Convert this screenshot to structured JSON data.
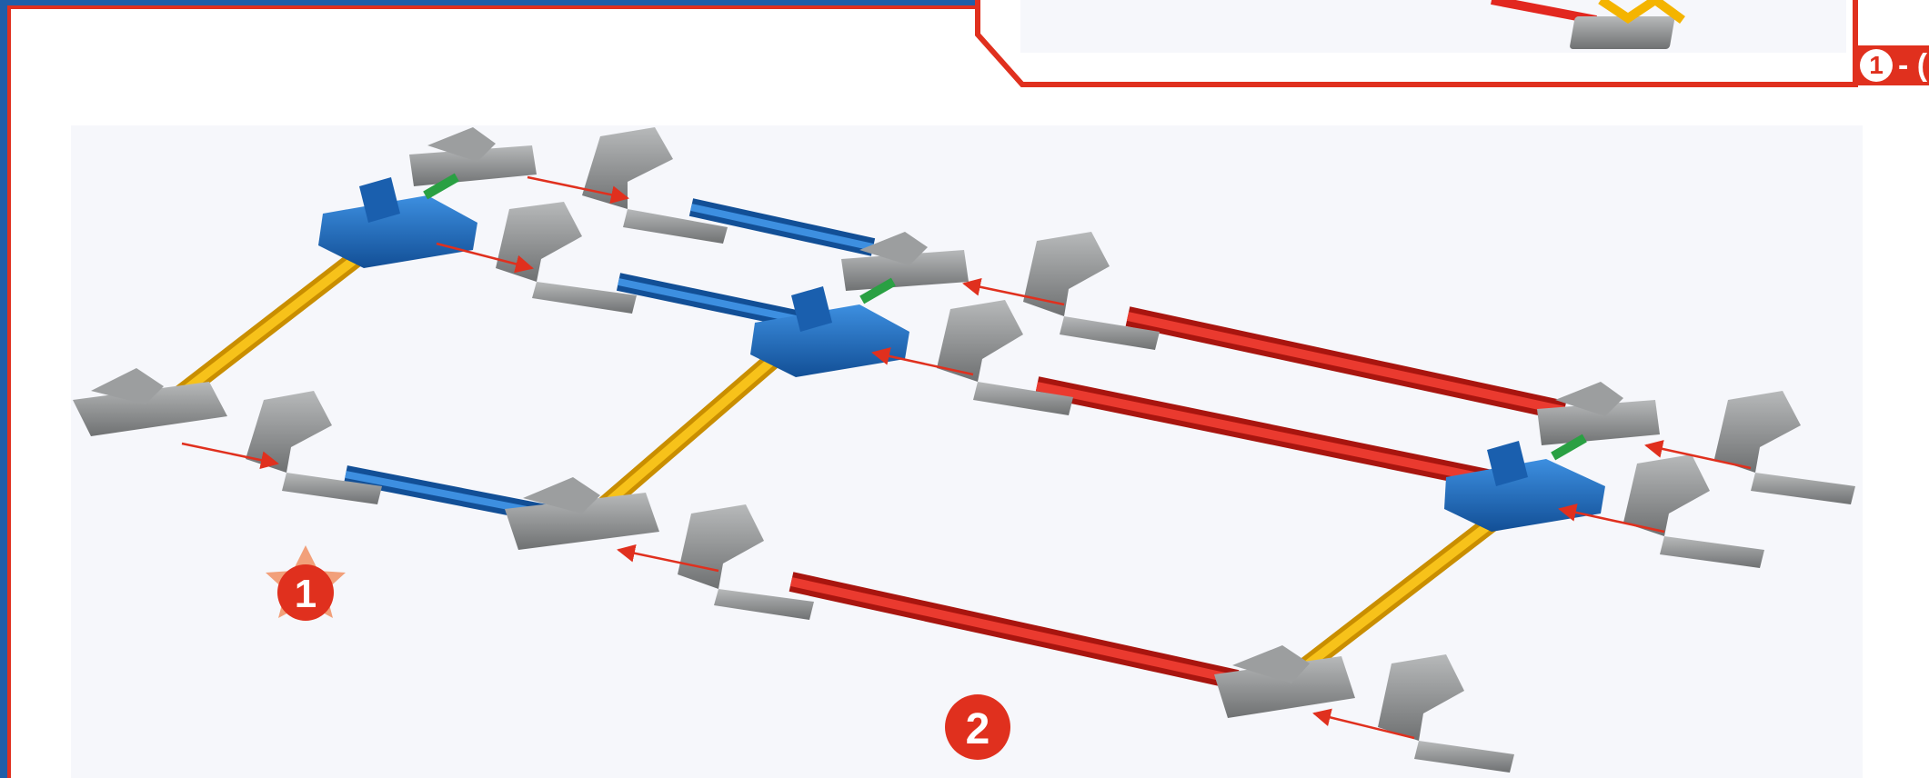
{
  "colors": {
    "frame": "#e0301e",
    "left_edge": "#1f5ea8",
    "panel_bg": "#f6f7fb",
    "rod_red": "#e2271f",
    "rod_blue": "#1f6fc1",
    "rod_yellow": "#f4b400",
    "connector_gray": "#8f9192",
    "connector_blue": "#1f6fc1",
    "arrow": "#e0301e"
  },
  "markers": {
    "step_one": "1",
    "step_two": "2",
    "corner_number": "1",
    "corner_suffix": "- ("
  },
  "icons": {
    "star": "star-badge-icon",
    "arrow": "insert-arrow-icon"
  }
}
